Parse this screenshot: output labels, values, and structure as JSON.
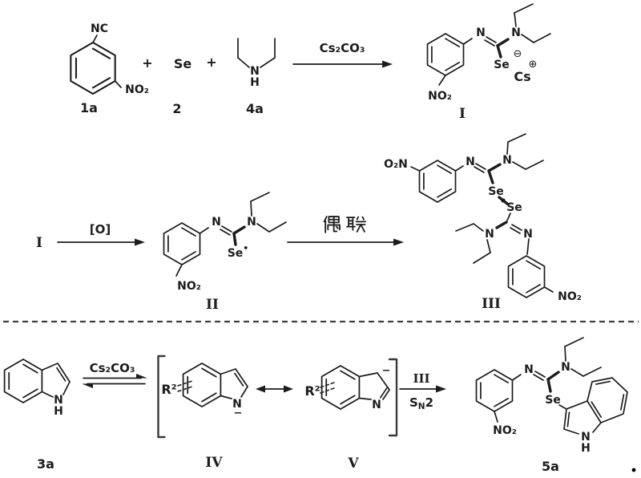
{
  "ink": "#1c1c1c",
  "row1": {
    "c1a": {
      "nc": "NC",
      "no2": "NO₂",
      "label": "1a"
    },
    "plus1": "+",
    "c2": {
      "formula": "Se",
      "label": "2"
    },
    "plus2": "+",
    "c4a": {
      "n": "N",
      "h": "H",
      "label": "4a"
    },
    "arrow": {
      "above": "Cs₂CO₃"
    },
    "cI": {
      "n_imine": "N",
      "n_amine": "N",
      "se": "Se",
      "neg": "⊖",
      "pos": "⊕",
      "cs": "Cs",
      "no2": "NO₂",
      "label": "I"
    }
  },
  "row2": {
    "reactant": "I",
    "arrow_ox": {
      "above": "[O]"
    },
    "cII": {
      "n_imine": "N",
      "n_amine": "N",
      "se": "Se",
      "radical": "•",
      "no2": "NO₂",
      "label": "II"
    },
    "arrow_coupling": {
      "above": "偶 联"
    },
    "cIII": {
      "o2n": "O₂N",
      "n_imine_top": "N",
      "n_amine_top": "N",
      "se_top": "Se",
      "se_bottom": "Se",
      "n_amine_bottom": "N",
      "n_imine_bottom": "N",
      "no2": "NO₂",
      "label": "III"
    }
  },
  "row3": {
    "c3a": {
      "n": "N",
      "h": "H",
      "label": "3a"
    },
    "eq_arrow": {
      "above": "Cs₂CO₃"
    },
    "cIV": {
      "r2": "R²",
      "n": "N",
      "charge": "−",
      "label": "IV"
    },
    "cV": {
      "r2": "R²",
      "charge": "−",
      "n": "N",
      "label": "V"
    },
    "arrow_sn2": {
      "above": "III",
      "below_s": "S",
      "below_sub": "N",
      "below_num": "2"
    },
    "c5a": {
      "n_imine": "N",
      "n_amine": "N",
      "se": "Se",
      "no2": "NO₂",
      "indole_n": "N",
      "indole_h": "H",
      "label": "5a"
    }
  },
  "footer": {
    "period": "。"
  }
}
